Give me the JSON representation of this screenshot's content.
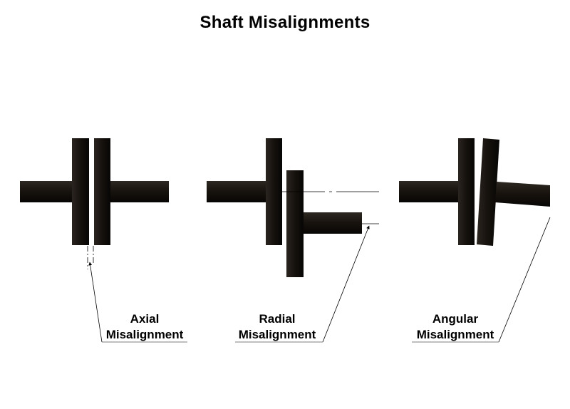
{
  "title": "Shaft Misalignments",
  "fill_color": "#1a1510",
  "labels": {
    "axial": {
      "line1": "Axial",
      "line2": "Misalignment"
    },
    "radial": {
      "line1": "Radial",
      "line2": "Misalignment"
    },
    "angular": {
      "line1": "Angular",
      "line2": "Misalignment"
    }
  }
}
